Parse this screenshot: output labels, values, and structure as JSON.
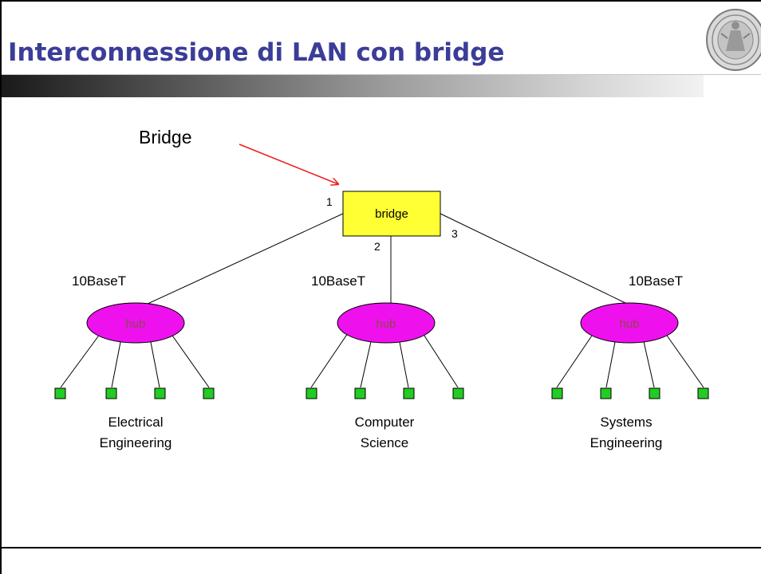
{
  "slide": {
    "title": "Interconnessione di LAN con bridge"
  },
  "diagram": {
    "callout_label": "Bridge",
    "bridge_label": "bridge",
    "ports": [
      "1",
      "2",
      "3"
    ],
    "lans": [
      {
        "link_label": "10BaseT",
        "hub_label": "hub",
        "dept_line1": "Electrical",
        "dept_line2": "Engineering"
      },
      {
        "link_label": "10BaseT",
        "hub_label": "hub",
        "dept_line1": "Computer",
        "dept_line2": "Science"
      },
      {
        "link_label": "10BaseT",
        "hub_label": "hub",
        "dept_line1": "Systems",
        "dept_line2": "Engineering"
      }
    ]
  },
  "colors": {
    "title": "#3b3d97",
    "bridge_fill": "#ffff33",
    "hub_fill": "#ee11ee",
    "host_fill": "#22cc22",
    "arrow": "#ee1c1c"
  }
}
